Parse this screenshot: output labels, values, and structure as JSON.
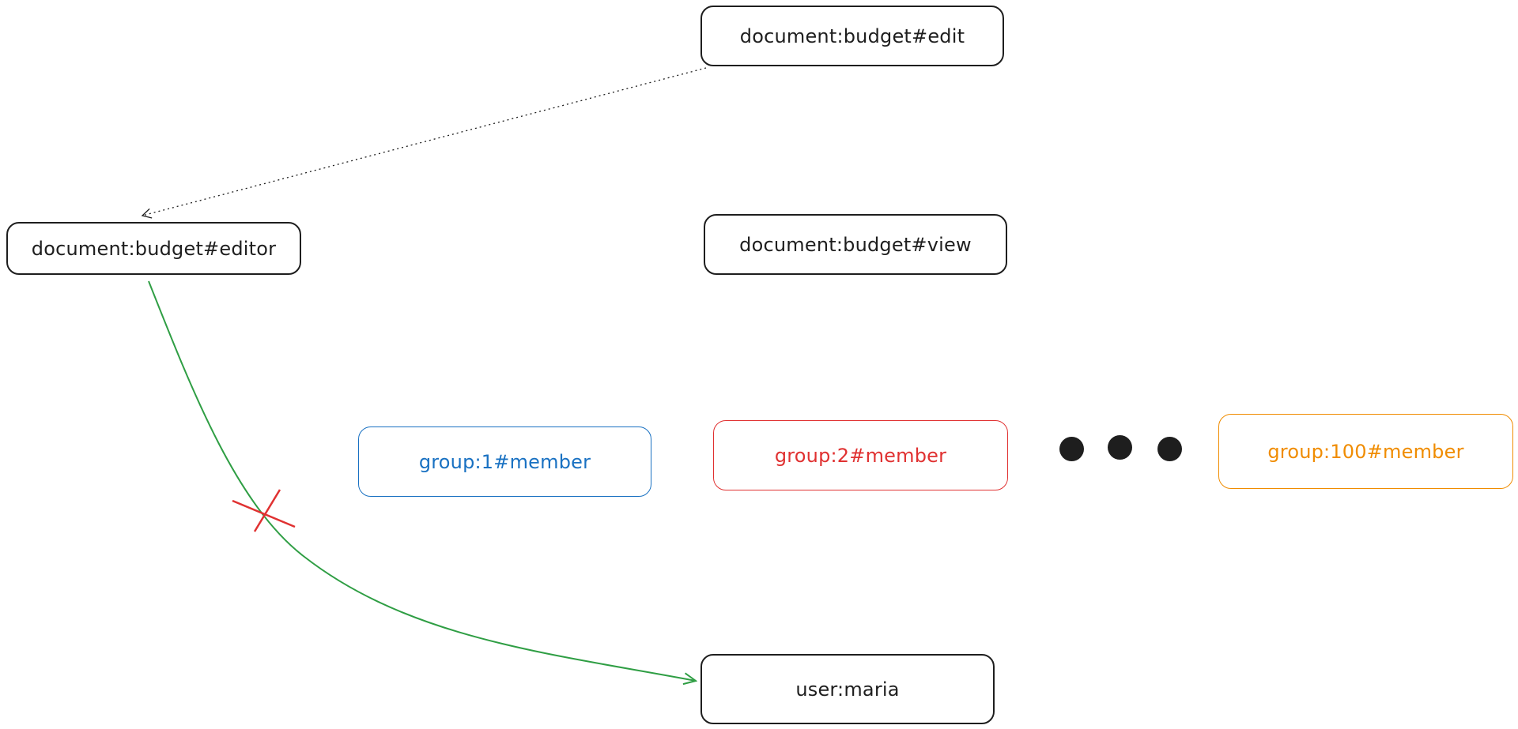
{
  "nodes": {
    "edit": "document:budget#edit",
    "editor": "document:budget#editor",
    "view": "document:budget#view",
    "group1": "group:1#member",
    "group2": "group:2#member",
    "group100": "group:100#member",
    "maria": "user:maria"
  },
  "colors": {
    "stroke": "#1e1e1e",
    "blue": "#1971c2",
    "red": "#e03131",
    "orange": "#f08c00",
    "green": "#2f9e44"
  },
  "edges": [
    {
      "from": "edit",
      "to": "editor",
      "style": "dotted",
      "color": "#1e1e1e"
    },
    {
      "from": "editor",
      "to": "maria",
      "style": "solid",
      "color": "#2f9e44",
      "crossed_out": true
    }
  ],
  "ellipsis": [
    "dot",
    "dot",
    "dot"
  ]
}
